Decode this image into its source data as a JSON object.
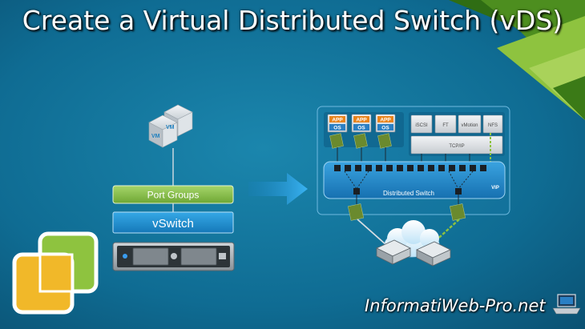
{
  "title": "Create a Virtual Distributed Switch (vDS)",
  "watermark": "InformatiWeb-Pro.net",
  "colors": {
    "background": "#0f6c93",
    "accent_green": "#8ec33f",
    "accent_dark_green": "#3a7a1a",
    "switch_blue": "#1c88c7"
  },
  "left_diagram": {
    "vm_labels": [
      "VM",
      "VM"
    ],
    "port_groups_label": "Port Groups",
    "vswitch_label": "vSwitch"
  },
  "right_diagram": {
    "app_tiles": [
      {
        "app": "APP",
        "os": "OS"
      },
      {
        "app": "APP",
        "os": "OS"
      },
      {
        "app": "APP",
        "os": "OS"
      }
    ],
    "vmkernel_ports": [
      "iSCSI",
      "FT",
      "vMotion",
      "NFS"
    ],
    "tcpip_label": "TCP/IP",
    "distributed_switch_label": "Distributed Switch",
    "vip_label": "VIP"
  },
  "icons": [
    "vm-stack-icon",
    "server-icon",
    "arrow-right-icon",
    "cloud-icon",
    "router-icon",
    "nic-icon",
    "vsphere-logo-icon",
    "laptop-icon"
  ]
}
